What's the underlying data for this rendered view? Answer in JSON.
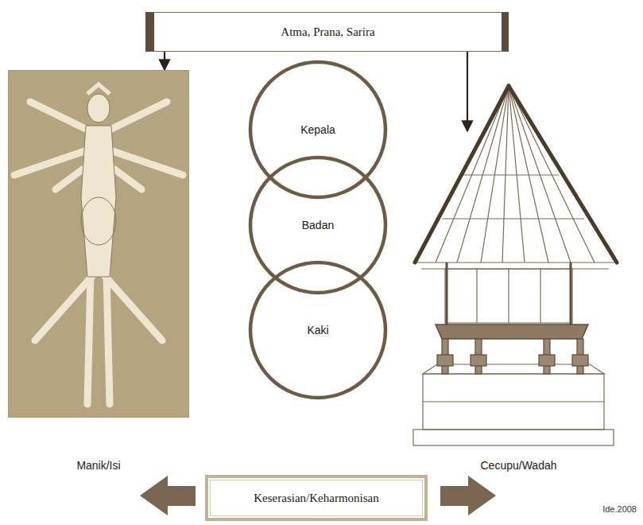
{
  "diagram": {
    "nodes": [
      {
        "text": [
          "Atma, Prana, Sarira"
        ]
      },
      {
        "text": [
          "Manik/Isi"
        ]
      },
      {
        "text": [
          "Kepala"
        ]
      },
      {
        "text": [
          "Badan"
        ]
      },
      {
        "text": [
          "Kaki"
        ]
      },
      {
        "text": [
          "Cecupu/Wadah"
        ]
      },
      {
        "text": [
          "Keserasian/Keharmonisan"
        ]
      }
    ],
    "edges": [
      {
        "from": 0,
        "to": 1,
        "arrow": "to"
      },
      {
        "from": 0,
        "to": 5,
        "arrow": "to"
      }
    ],
    "labels": [
      "Ide.2008"
    ]
  }
}
